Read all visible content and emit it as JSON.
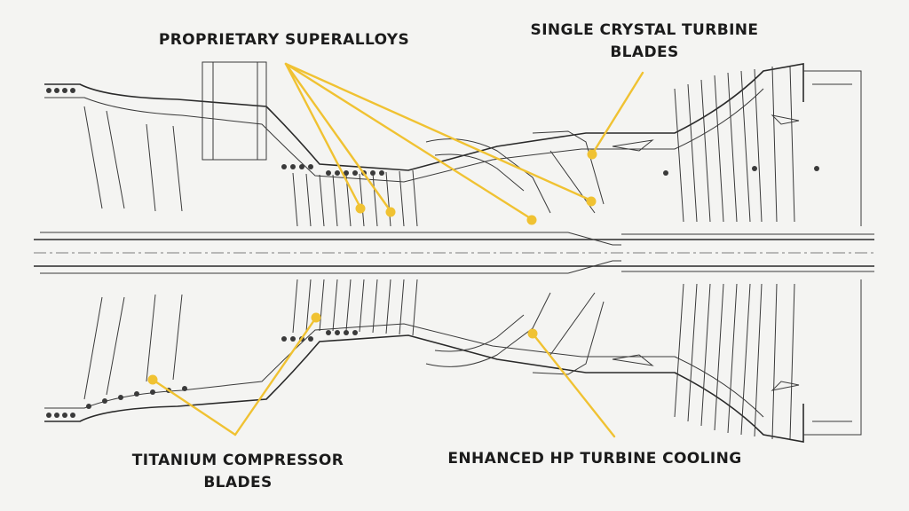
{
  "accent_color": "#f0c232",
  "labels": {
    "superalloys": "PROPRIETARY SUPERALLOYS",
    "crystal_line1": "SINGLE CRYSTAL TURBINE",
    "crystal_line2": "BLADES",
    "titanium_line1": "TITANIUM COMPRESSOR",
    "titanium_line2": "BLADES",
    "cooling": "ENHANCED HP TURBINE COOLING"
  }
}
